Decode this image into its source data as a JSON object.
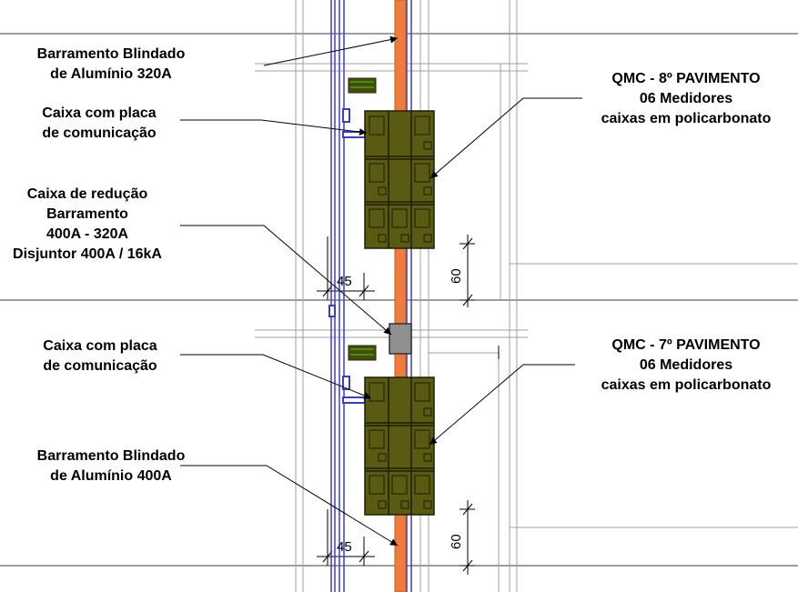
{
  "labels": {
    "busbar_top": [
      "Barramento Blindado",
      "de Alumínio 320A"
    ],
    "comm_box_top": [
      "Caixa com placa",
      "de comunicação"
    ],
    "reduction_box": [
      "Caixa de redução",
      "Barramento",
      "400A - 320A",
      "Disjuntor 400A / 16kA"
    ],
    "comm_box_bottom": [
      "Caixa com placa",
      "de comunicação"
    ],
    "busbar_bottom": [
      "Barramento Blindado",
      "de Alumínio 400A"
    ],
    "qmc_8": [
      "QMC - 8º PAVIMENTO",
      "06 Medidores",
      "caixas em policarbonato"
    ],
    "qmc_7": [
      "QMC - 7º PAVIMENTO",
      "06 Medidores",
      "caixas em policarbonato"
    ]
  },
  "dimensions": {
    "gap_upper": "45",
    "gap_lower": "45",
    "height_upper": "60",
    "height_lower": "60"
  },
  "colors": {
    "busbar": "#f07c3c",
    "conduit": "#3a3ad8",
    "cabinet": "#5b5a12",
    "line": "#9a9a9a",
    "slab": "#3c3c3c",
    "reduction_box": "#909090"
  }
}
